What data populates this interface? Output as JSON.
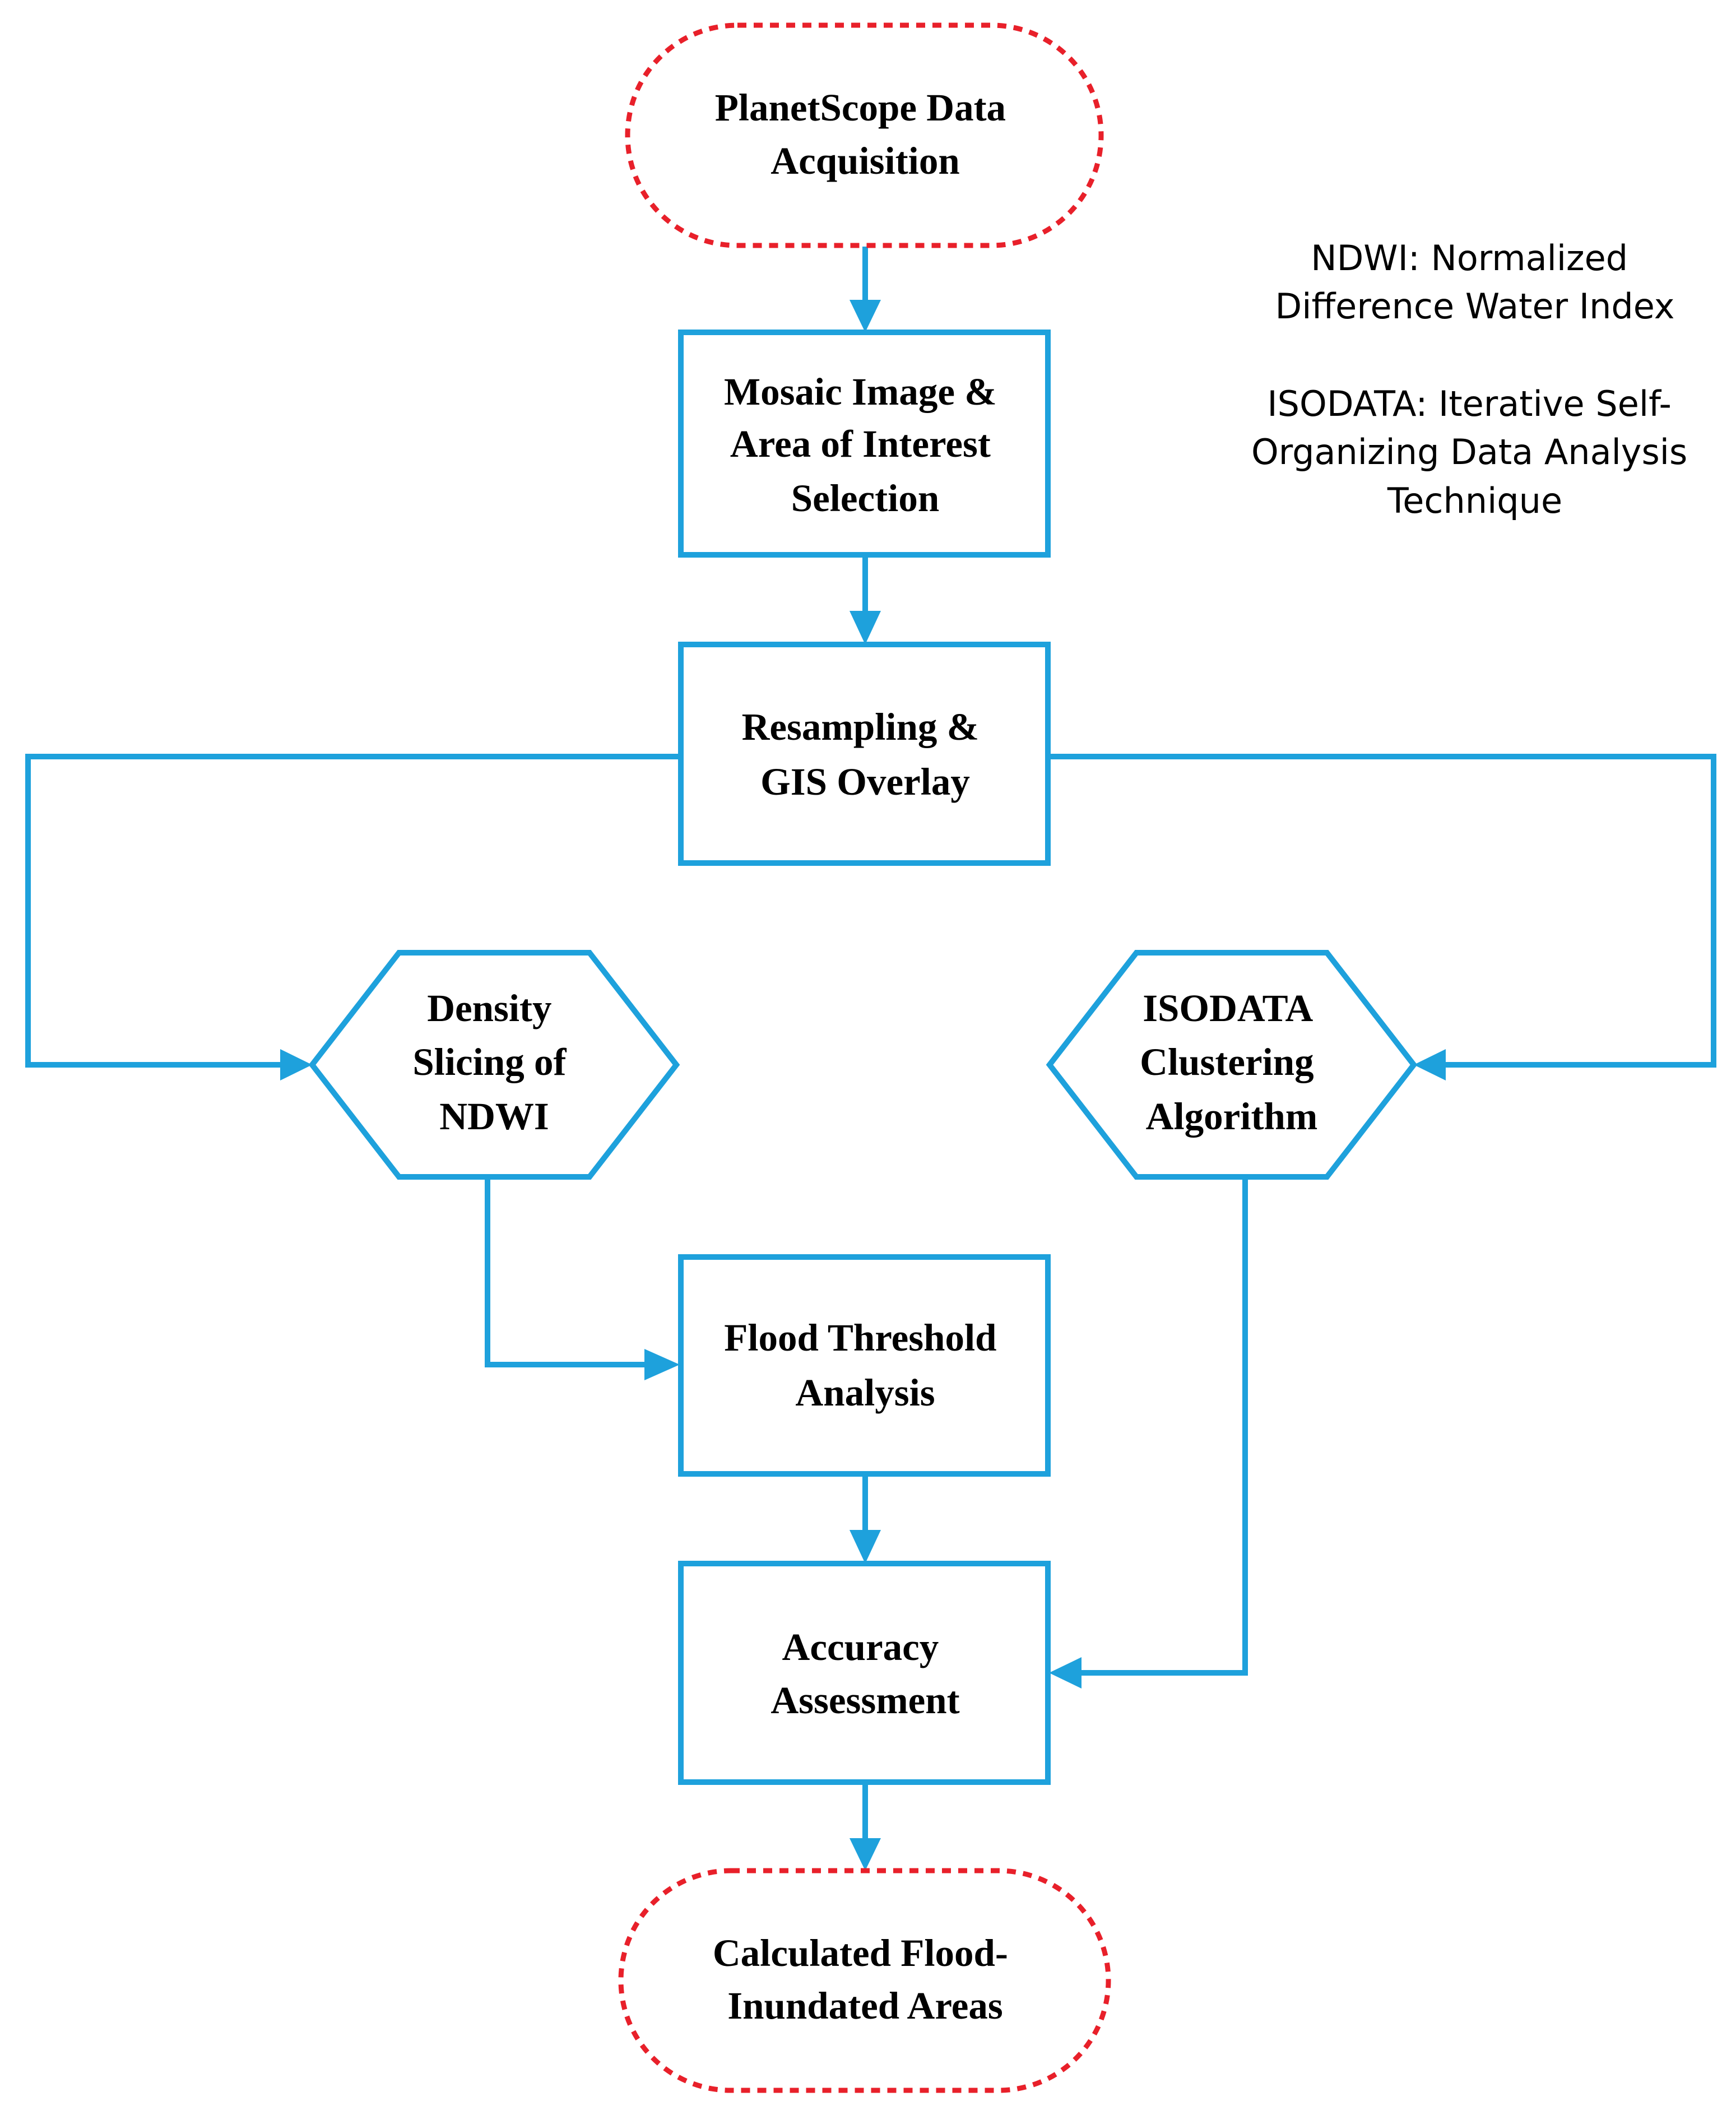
{
  "colors": {
    "line": "#1ea1dc",
    "terminal_border": "#e8202a",
    "text": "#000000",
    "background": "#ffffff"
  },
  "nodes": {
    "acquisition": {
      "lines": [
        "PlanetScope Data",
        "Acquisition"
      ]
    },
    "mosaic": {
      "lines": [
        "Mosaic Image &",
        "Area of Interest",
        "Selection"
      ]
    },
    "resampling": {
      "lines": [
        "Resampling &",
        "GIS Overlay"
      ]
    },
    "density": {
      "lines": [
        "Density",
        "Slicing of",
        "NDWI"
      ]
    },
    "isodata": {
      "lines": [
        "ISODATA",
        "Clustering",
        "Algorithm"
      ]
    },
    "threshold": {
      "lines": [
        "Flood Threshold",
        "Analysis"
      ]
    },
    "accuracy": {
      "lines": [
        "Accuracy",
        "Assessment"
      ]
    },
    "result": {
      "lines": [
        "Calculated Flood-",
        "Inundated Areas"
      ]
    }
  },
  "notes": {
    "ndwi": {
      "lines": [
        "NDWI: Normalized",
        "Difference Water Index"
      ]
    },
    "isodata": {
      "lines": [
        "ISODATA:  Iterative Self-",
        "Organizing Data Analysis",
        "Technique"
      ]
    }
  }
}
